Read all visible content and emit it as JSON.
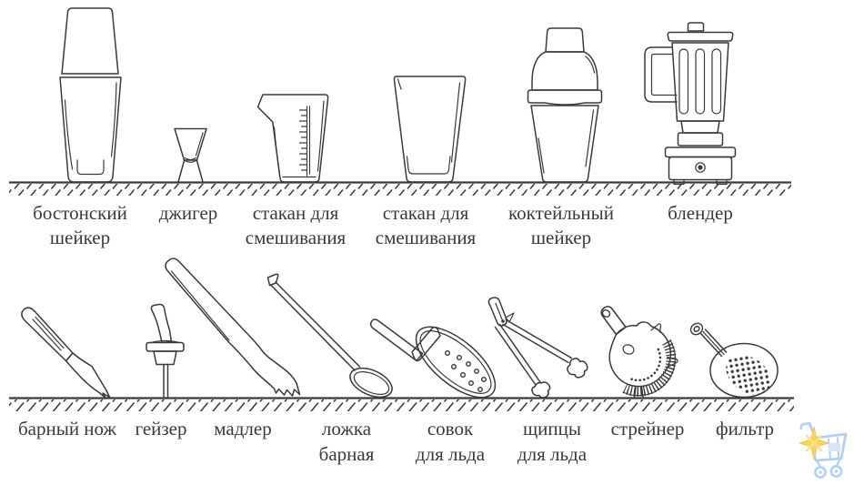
{
  "colors": {
    "background": "#ffffff",
    "line": "#3a3a3a",
    "text": "#3a3a3a",
    "logo_blue": "#a5c8ef",
    "logo_star": "#f5ce3e"
  },
  "rows": [
    {
      "name": "glassware-row",
      "items": [
        {
          "name": "boston-shaker",
          "label": [
            "бостонский",
            "шейкер"
          ]
        },
        {
          "name": "jigger",
          "label": [
            "джигер"
          ]
        },
        {
          "name": "measuring-mixing-glass",
          "label": [
            "стакан для",
            "смешивания"
          ]
        },
        {
          "name": "mixing-glass",
          "label": [
            "стакан для",
            "смешивания"
          ]
        },
        {
          "name": "cocktail-shaker",
          "label": [
            "коктейльный",
            "шейкер"
          ]
        },
        {
          "name": "blender",
          "label": [
            "блендер"
          ]
        }
      ]
    },
    {
      "name": "tools-row",
      "items": [
        {
          "name": "bar-knife",
          "label": [
            "барный нож"
          ]
        },
        {
          "name": "pourer-geyser",
          "label": [
            "гейзер"
          ]
        },
        {
          "name": "muddler",
          "label": [
            "мадлер"
          ]
        },
        {
          "name": "bar-spoon",
          "label": [
            "ложка",
            "барная"
          ]
        },
        {
          "name": "ice-scoop",
          "label": [
            "совок",
            "для льда"
          ]
        },
        {
          "name": "ice-tongs",
          "label": [
            "щипцы",
            "для льда"
          ]
        },
        {
          "name": "strainer",
          "label": [
            "стрейнер"
          ]
        },
        {
          "name": "fine-filter",
          "label": [
            "фильтр"
          ]
        }
      ]
    }
  ],
  "watermark": {
    "name": "shopping-cart-logo"
  }
}
